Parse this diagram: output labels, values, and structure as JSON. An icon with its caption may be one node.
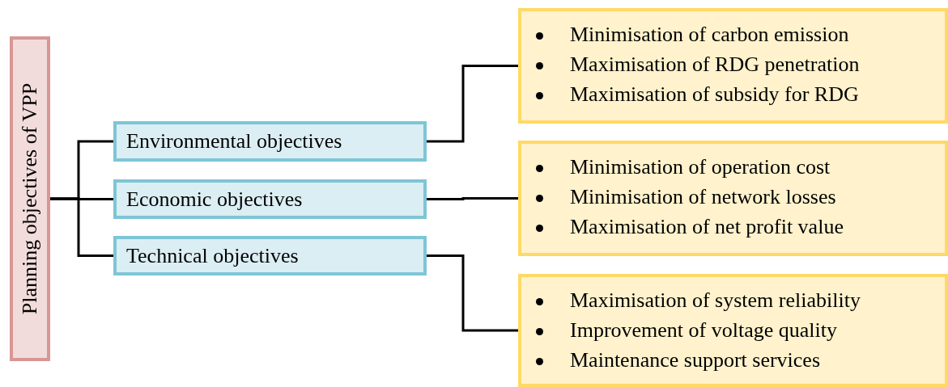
{
  "diagram": {
    "nodes": [
      {
        "text": [
          "Planning objectives of VPP"
        ]
      },
      {
        "text": [
          "Environmental objectives"
        ]
      },
      {
        "text": [
          "Economic objectives"
        ]
      },
      {
        "text": [
          "Technical objectives"
        ]
      },
      {
        "text": [
          "Minimisation of carbon emission",
          "Maximisation of RDG penetration",
          "Maximisation of subsidy for RDG"
        ]
      },
      {
        "text": [
          "Minimisation of operation cost",
          "Minimisation of network losses",
          "Maximisation of net profit value"
        ]
      },
      {
        "text": [
          "Maximisation of system reliability",
          "Improvement of voltage quality",
          "Maintenance support services"
        ]
      }
    ],
    "edges": [
      {
        "from": 0,
        "to": 1,
        "arrow": "none"
      },
      {
        "from": 0,
        "to": 2,
        "arrow": "none"
      },
      {
        "from": 0,
        "to": 3,
        "arrow": "none"
      },
      {
        "from": 1,
        "to": 4,
        "arrow": "none"
      },
      {
        "from": 2,
        "to": 5,
        "arrow": "none"
      },
      {
        "from": 3,
        "to": 6,
        "arrow": "none"
      }
    ]
  }
}
